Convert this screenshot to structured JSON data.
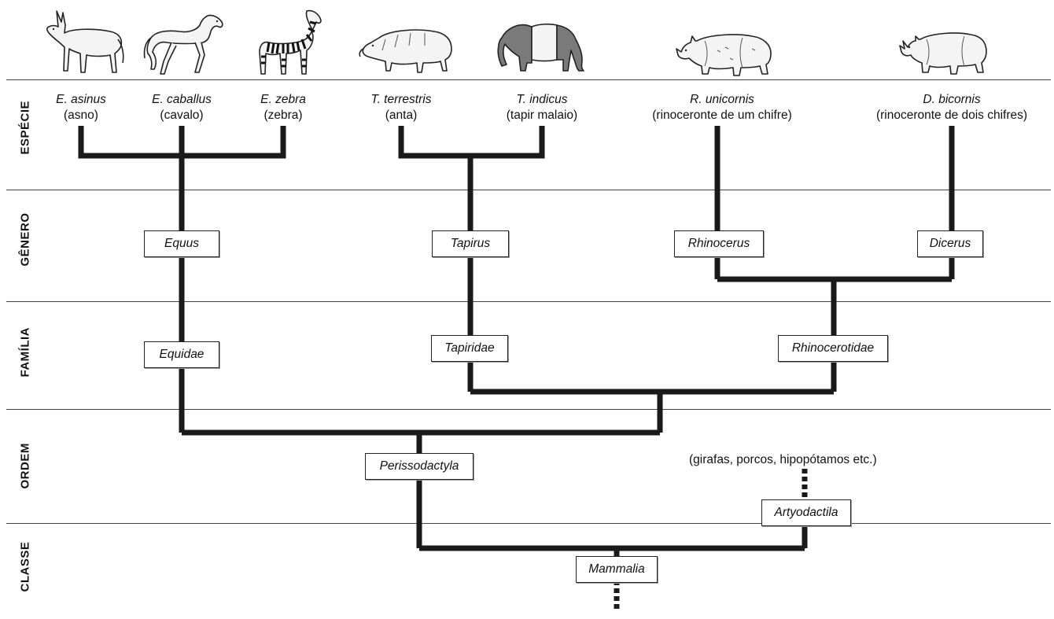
{
  "ranks": {
    "especie": "ESPÉCIE",
    "genero": "GÊNERO",
    "familia": "FAMÍLIA",
    "ordem": "ORDEM",
    "classe": "CLASSE"
  },
  "species": [
    {
      "scientific": "E. asinus",
      "common": "(asno)"
    },
    {
      "scientific": "E. caballus",
      "common": "(cavalo)"
    },
    {
      "scientific": "E. zebra",
      "common": "(zebra)"
    },
    {
      "scientific": "T. terrestris",
      "common": "(anta)"
    },
    {
      "scientific": "T. indicus",
      "common": "(tapir malaio)"
    },
    {
      "scientific": "R. unicornis",
      "common": "(rinoceronte de um chifre)"
    },
    {
      "scientific": "D. bicornis",
      "common": "(rinoceronte de dois chifres)"
    }
  ],
  "genera": {
    "equus": "Equus",
    "tapirus": "Tapirus",
    "rhinocerus": "Rhinocerus",
    "dicerus": "Dicerus"
  },
  "families": {
    "equidae": "Equidae",
    "tapiridae": "Tapiridae",
    "rhinocerotidae": "Rhinocerotidae"
  },
  "orders": {
    "perissodactyla": "Perissodactyla",
    "artyodactila": "Artyodactila",
    "artyodactila_note": "(girafas, porcos, hipopótamos etc.)"
  },
  "classes": {
    "mammalia": "Mammalia"
  },
  "colors": {
    "line": "#1a1a1a",
    "tapir_dark": "#7a7a7a",
    "animal_fill": "#f4f4f4"
  },
  "icons": [
    "donkey-icon",
    "horse-icon",
    "zebra-icon",
    "tapir-icon",
    "malayan-tapir-icon",
    "one-horned-rhino-icon",
    "two-horned-rhino-icon"
  ]
}
